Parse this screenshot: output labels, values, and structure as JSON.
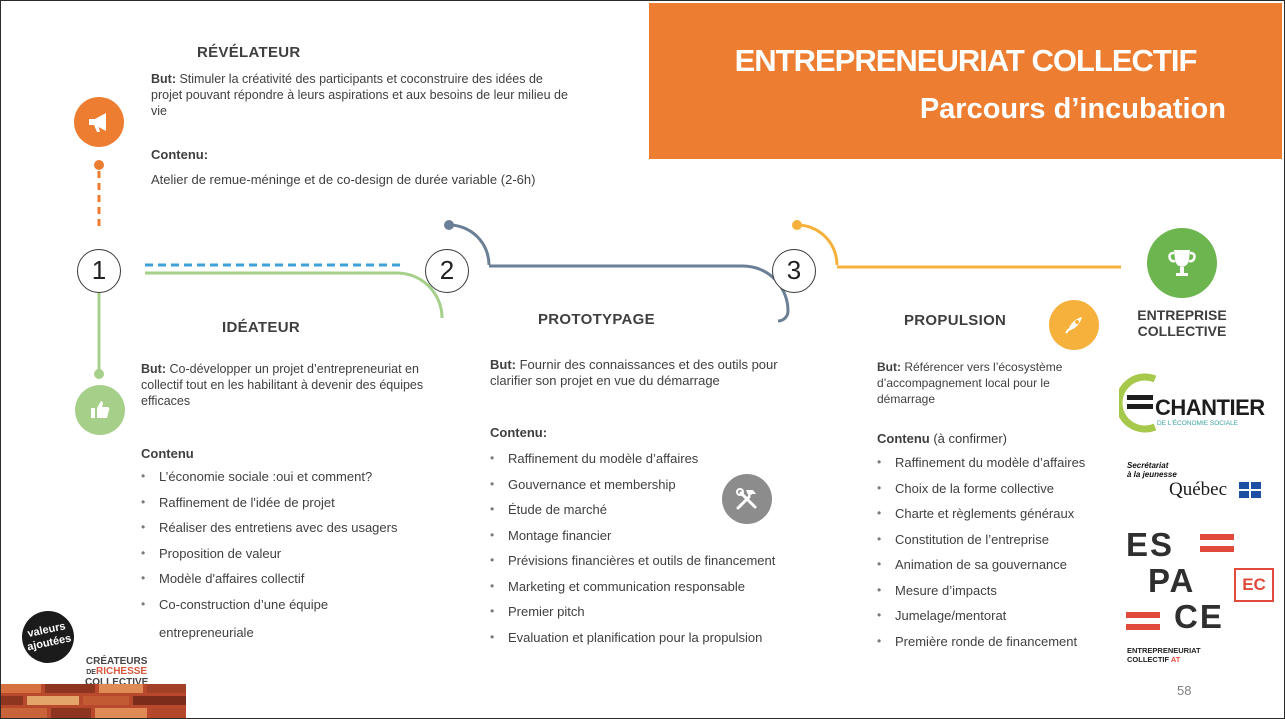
{
  "banner": {
    "title": "ENTREPRENEURIAT COLLECTIF",
    "subtitle": "Parcours d’incubation",
    "color": "#ed7d31"
  },
  "colors": {
    "orange": "#ed7d31",
    "green": "#a6d08a",
    "slate": "#6b7f96",
    "gold": "#f6b13c",
    "blue_dash": "#3ea2d8"
  },
  "steps": {
    "one": "1",
    "two": "2",
    "three": "3"
  },
  "revelateur": {
    "title": "RÉVÉLATEUR",
    "but_label": "But:",
    "but_text": " Stimuler la créativité des participants et coconstruire des idées de projet pouvant répondre à leurs aspirations et aux besoins de leur milieu de vie",
    "contenu_label": "Contenu:",
    "contenu_text": " Atelier de remue-méninge  et de co-design de durée variable (2-6h)"
  },
  "ideateur": {
    "title": "IDÉATEUR",
    "but_label": "But:",
    "but_text": "  Co-développer un projet d’entrepreneuriat en collectif tout en les habilitant à devenir des équipes efficaces",
    "contenu_label": "Contenu",
    "items": [
      "L’économie sociale :oui et comment?",
      "Raffinement de l'idée de projet",
      "Réaliser des entretiens avec des usagers",
      "Proposition de valeur",
      "Modèle d'affaires collectif",
      "Co-construction d’une équipe",
      "entrepreneuriale"
    ]
  },
  "prototypage": {
    "title": "PROTOTYPAGE",
    "but_label": "But:",
    "but_text": " Fournir des connaissances et des outils pour clarifier son projet en vue du démarrage",
    "contenu_label": "Contenu:",
    "items": [
      "Raffinement du modèle d’affaires",
      "Gouvernance et membership",
      "Étude de marché",
      "Montage financier",
      "Prévisions financières et outils de financement",
      "Marketing et communication responsable",
      "Premier pitch",
      "Evaluation et planification pour la propulsion"
    ]
  },
  "propulsion": {
    "title": "PROPULSION",
    "but_label": "But:",
    "but_text": " Référencer vers l’écosystème d’accompagnement local pour le démarrage",
    "contenu_label": "Contenu",
    "contenu_note": " (à confirmer)",
    "items": [
      "Raffinement du modèle d’affaires",
      "Choix de la forme collective",
      "Charte et règlements généraux",
      "Constitution de l’entreprise",
      "Animation de sa gouvernance",
      "Mesure d’impacts",
      "Jumelage/mentorat",
      "Première ronde de financement"
    ]
  },
  "entreprise": {
    "line1": "ENTREPRISE",
    "line2": "COLLECTIVE"
  },
  "logos": {
    "chantier_word": "CHANTIER",
    "chantier_sub": "DE L'ÉCONOMIE SOCIALE",
    "qc_small_1": "Secrétariat",
    "qc_small_2": "à la jeunesse",
    "qc_big": "Québec",
    "espace_1": "ES",
    "espace_2": "PA",
    "espace_3": "CE",
    "espace_badge": "EC",
    "espace_b1": "ENTREPRENEURIAT",
    "espace_b2": "COLLECTIF",
    "espace_b3": "AT",
    "valeurs_1": "valeurs",
    "valeurs_2": "ajoutées",
    "createurs_1": "CRÉATEURS",
    "createurs_2": "DE",
    "createurs_3": "RICHESSE",
    "createurs_4": "COLLECTIVE"
  },
  "page_number": "58"
}
